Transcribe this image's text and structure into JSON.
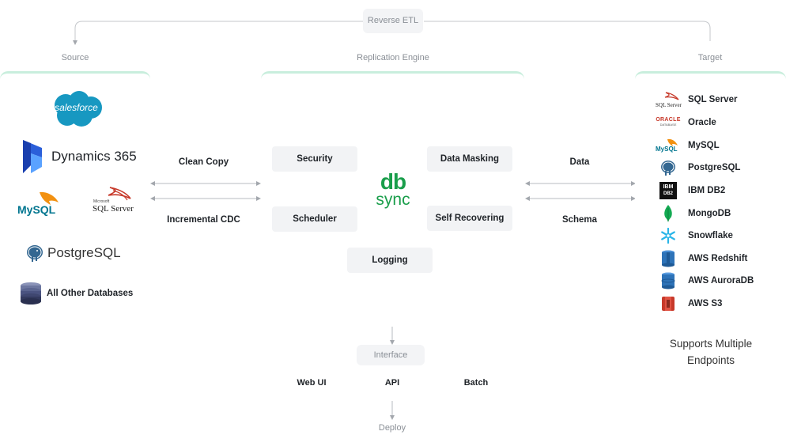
{
  "header": {
    "reverse_etl": "Reverse ETL",
    "source": "Source",
    "engine": "Replication Engine",
    "target": "Target"
  },
  "source": {
    "salesforce": "salesforce",
    "dynamics": "Dynamics 365",
    "mysql": "MySQL",
    "sqlserver_small": "Microsoft",
    "sqlserver": "SQL Server",
    "postgres": "PostgreSQL",
    "other": "All Other Databases"
  },
  "left_edges": {
    "clean_copy": "Clean Copy",
    "cdc": "Incremental CDC"
  },
  "engine": {
    "security": "Security",
    "data_masking": "Data Masking",
    "scheduler": "Scheduler",
    "self_recovering": "Self Recovering",
    "logging": "Logging",
    "logo_top": "db",
    "logo_bottom": "sync"
  },
  "right_edges": {
    "data": "Data",
    "schema": "Schema"
  },
  "targets": [
    {
      "icon": "sqlserver-icon",
      "label": "SQL Server"
    },
    {
      "icon": "oracle-icon",
      "label": "Oracle"
    },
    {
      "icon": "mysql-icon",
      "label": "MySQL"
    },
    {
      "icon": "postgresql-icon",
      "label": "PostgreSQL"
    },
    {
      "icon": "ibm-db2-icon",
      "label": "IBM DB2"
    },
    {
      "icon": "mongodb-icon",
      "label": "MongoDB"
    },
    {
      "icon": "snowflake-icon",
      "label": "Snowflake"
    },
    {
      "icon": "aws-redshift-icon",
      "label": "AWS Redshift"
    },
    {
      "icon": "aws-auroradb-icon",
      "label": "AWS AuroraDB"
    },
    {
      "icon": "aws-s3-icon",
      "label": "AWS S3"
    }
  ],
  "target_icon_text": {
    "oracle": "ORACLE",
    "oracle_sub": "DATABASE",
    "ibm": "IBM",
    "db2": "DB2",
    "sql": "SQL Server",
    "mysql": "MySQL"
  },
  "multiple_endpoints": {
    "line1": "Supports Multiple",
    "line2": "Endpoints"
  },
  "interface": {
    "title": "Interface",
    "web_ui": "Web UI",
    "api": "API",
    "batch": "Batch"
  },
  "deploy": "Deploy",
  "colors": {
    "panel_border": "#c9eedd",
    "brand_green": "#1a9e4b",
    "salesforce_blue": "#1798c1",
    "dynamics_blue": "#2b5fd9",
    "mysql_blue": "#00758f",
    "mysql_orange": "#f29111",
    "aws_blue": "#2e73b8",
    "aws_red": "#c7392a"
  }
}
